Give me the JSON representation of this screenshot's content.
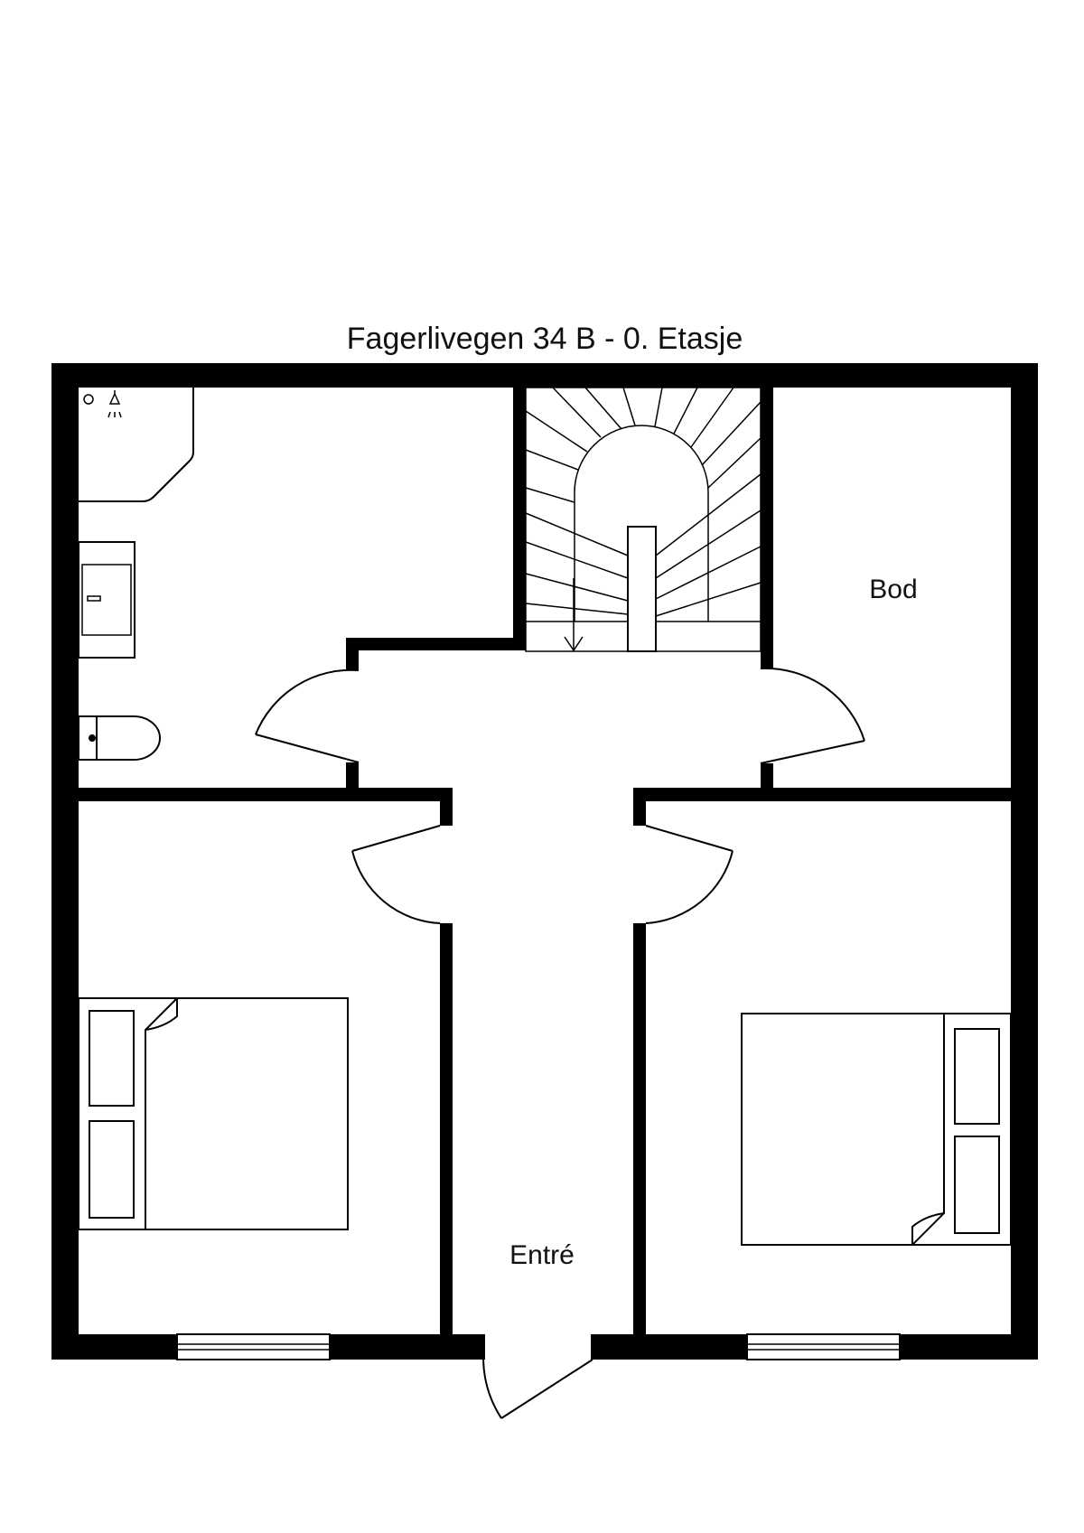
{
  "title": "Fagerlivegen 34 B - 0. Etasje",
  "rooms": {
    "bod": "Bod",
    "entre": "Entré"
  }
}
